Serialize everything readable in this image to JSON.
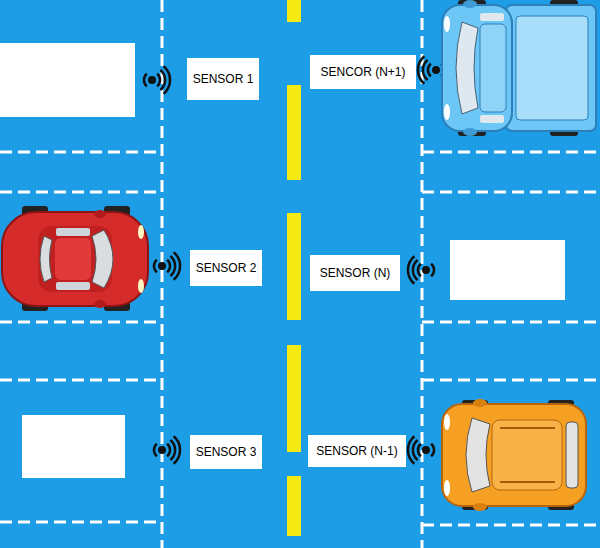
{
  "diagram": {
    "nodes": [
      {
        "text": [
          "SENSOR 1"
        ]
      },
      {
        "text": [
          "SENCOR (N+1)"
        ]
      },
      {
        "text": [
          "SENSOR 2"
        ]
      },
      {
        "text": [
          "SENSOR (N)"
        ]
      },
      {
        "text": [
          "SENSOR 3"
        ]
      },
      {
        "text": [
          "SENSOR (N-1)"
        ]
      }
    ]
  }
}
